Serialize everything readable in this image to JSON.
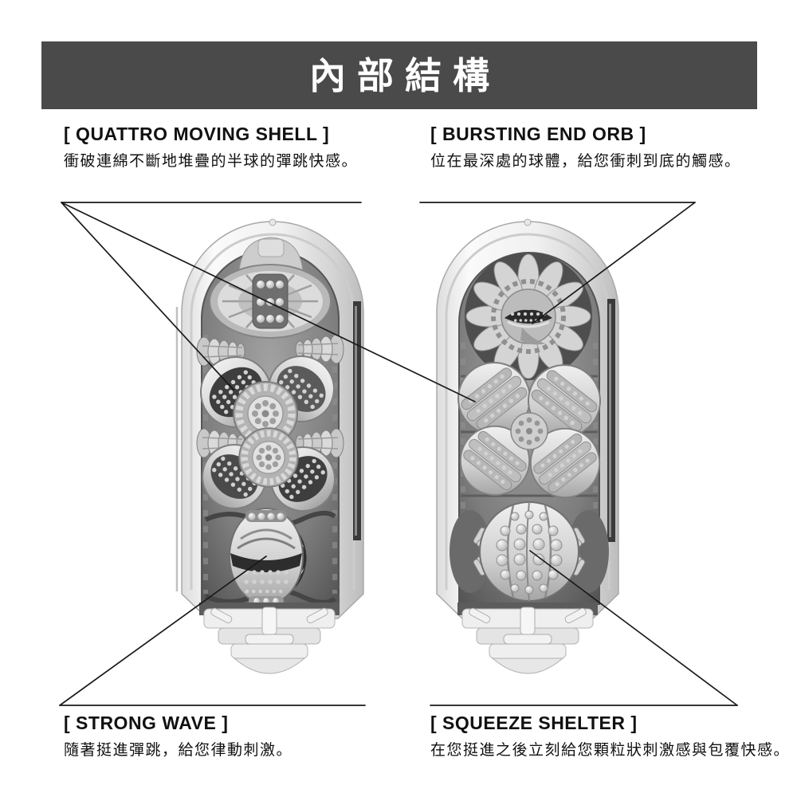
{
  "banner": {
    "title": "內部結構",
    "bg_color": "#4a4a4a",
    "text_color": "#ffffff"
  },
  "features": [
    {
      "id": "quattro-moving-shell",
      "title": "[ QUATTRO MOVING SHELL ]",
      "description": "衝破連綿不斷地堆疊的半球的彈跳快感。",
      "position": "top-left"
    },
    {
      "id": "bursting-end-orb",
      "title": "[ BURSTING END ORB ]",
      "description": "位在最深處的球體，給您衝刺到底的觸感。",
      "position": "top-right"
    },
    {
      "id": "strong-wave",
      "title": "[ STRONG WAVE ]",
      "description": "隨著挺進彈跳，給您律動刺激。",
      "position": "bottom-left"
    },
    {
      "id": "squeeze-shelter",
      "title": "[ SQUEEZE SHELTER ]",
      "description": "在您挺進之後立刻給您顆粒狀刺激感與包覆快感。",
      "position": "bottom-right"
    }
  ],
  "artwork": {
    "left_view": "front-cutaway-illustration",
    "right_view": "side-cutaway-illustration",
    "line_color": "#1a1a1a",
    "text_color": "#111111",
    "grayscale_palette": [
      "#f2f2f2",
      "#d6d6d6",
      "#9c9c9c",
      "#5c5c5c",
      "#3a3a3a"
    ]
  }
}
